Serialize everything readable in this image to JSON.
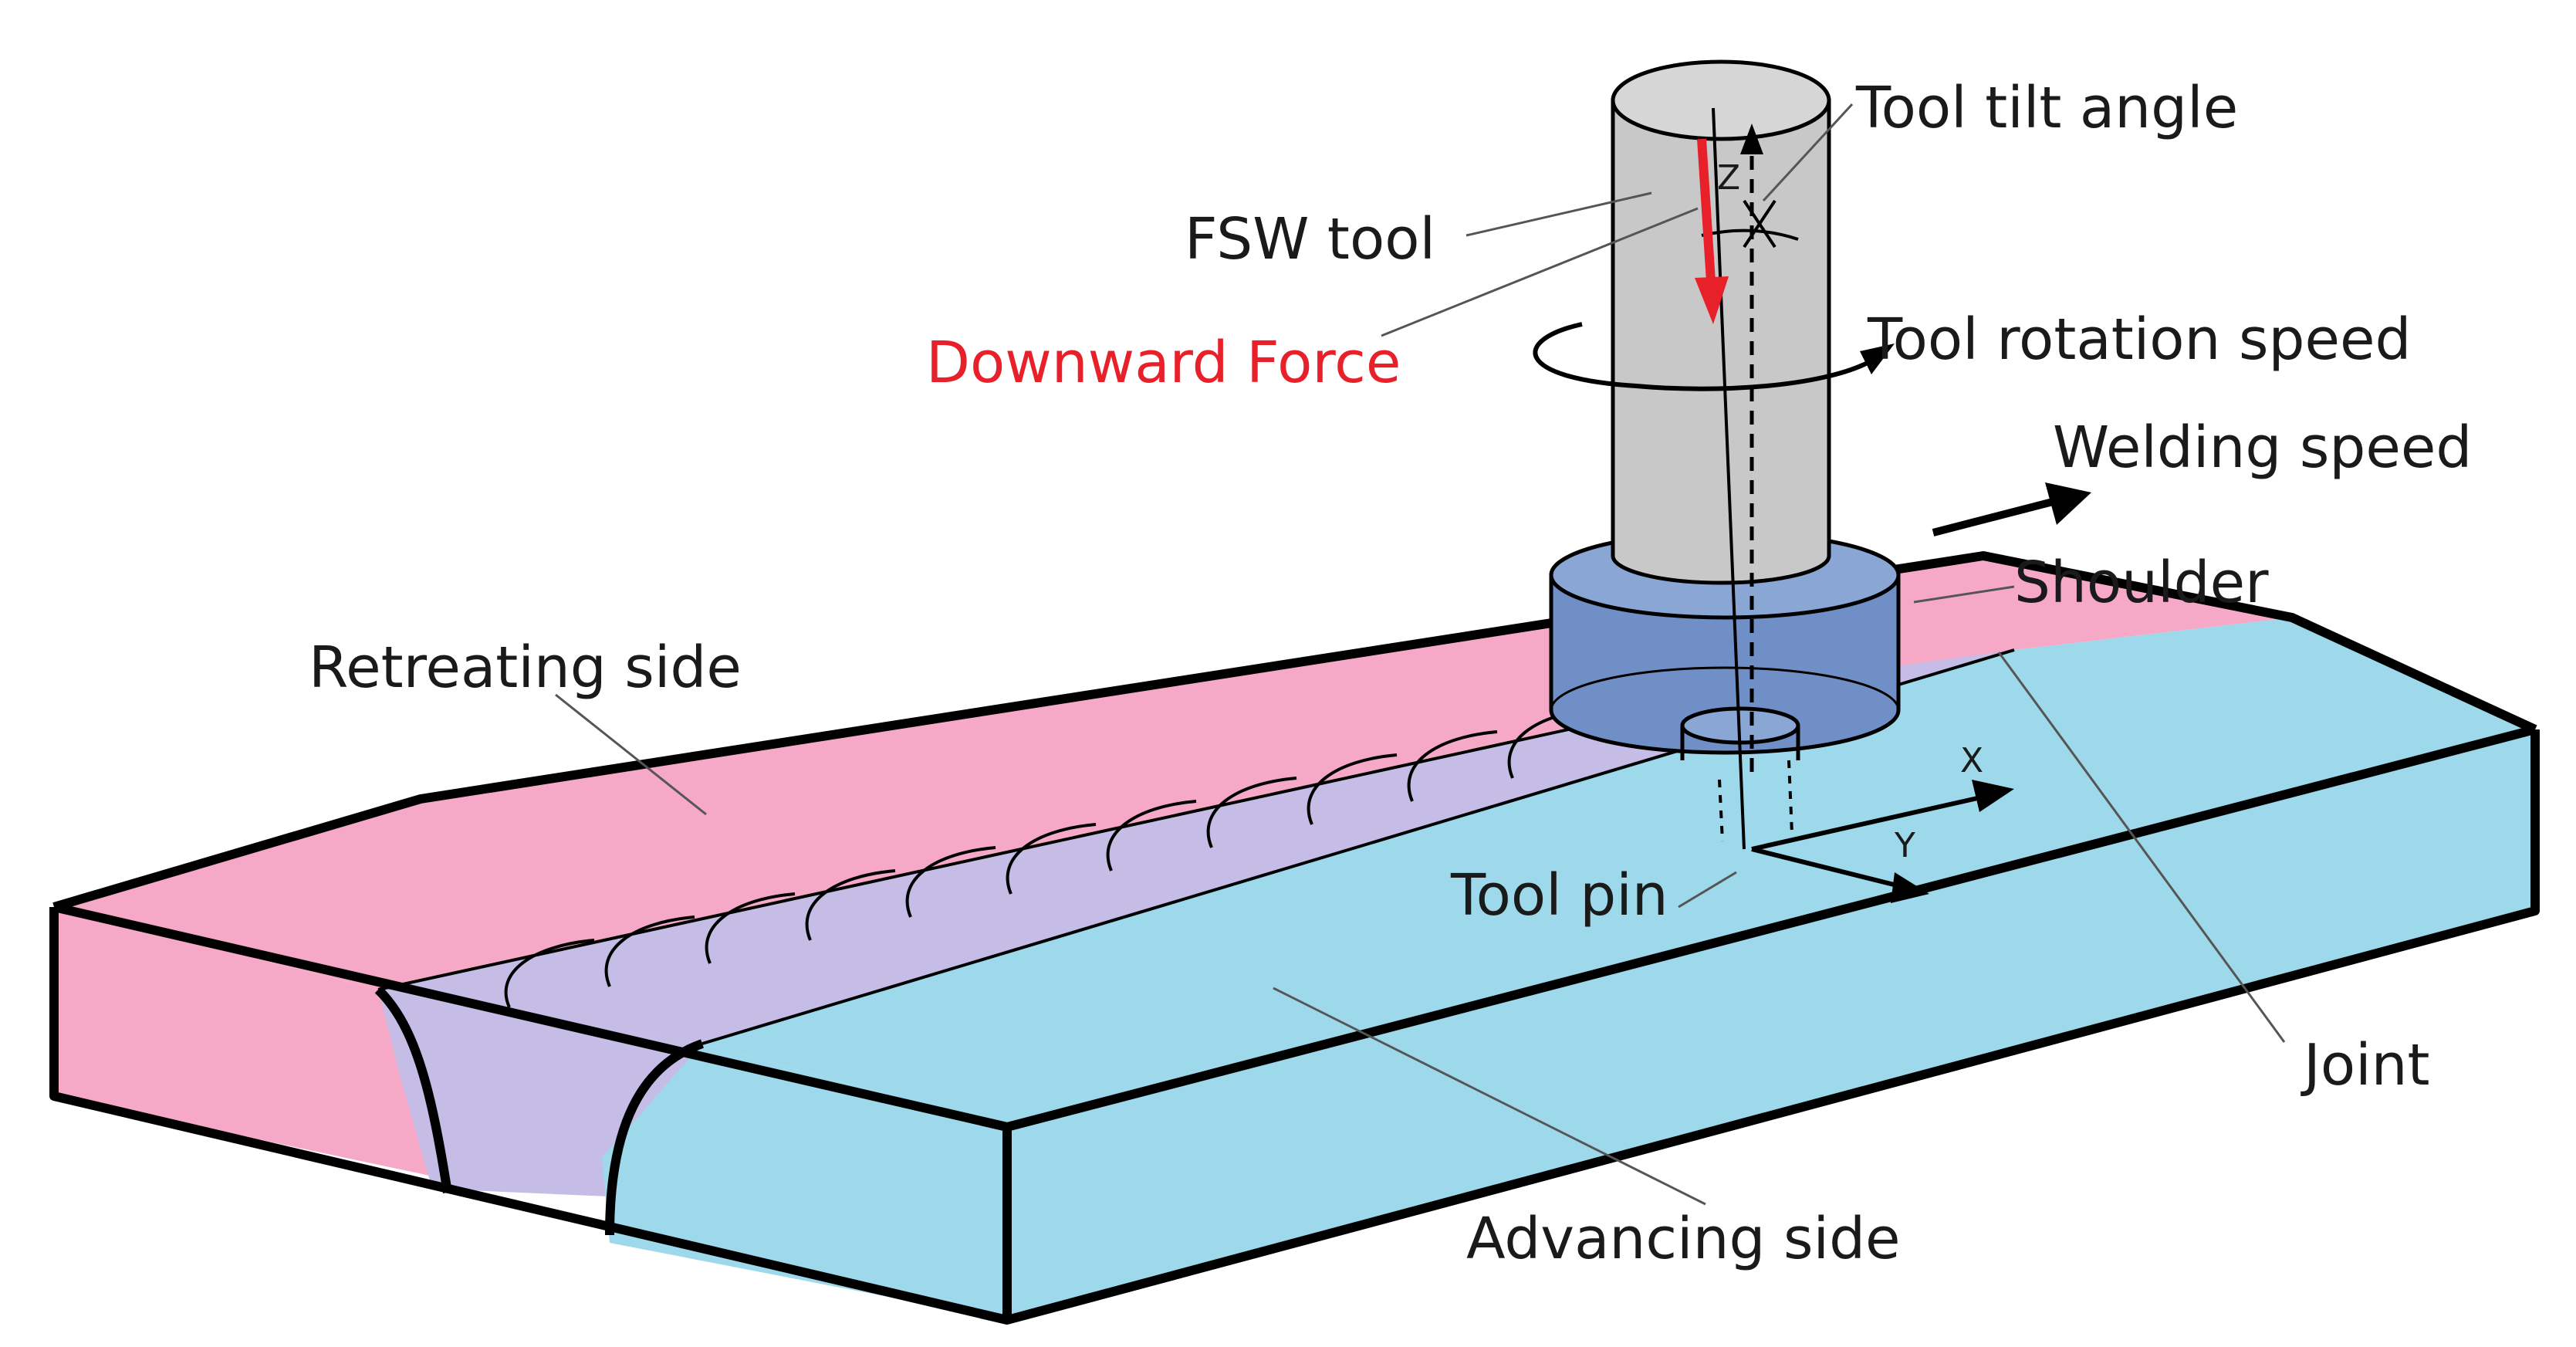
{
  "labels": {
    "tool_tilt_angle": "Tool tilt angle",
    "fsw_tool": "FSW tool",
    "tool_rotation_speed": "Tool rotation speed",
    "downward_force": "Downward Force",
    "welding_speed": "Welding speed",
    "shoulder": "Shoulder",
    "retreating_side": "Retreating side",
    "tool_pin": "Tool pin",
    "joint": "Joint",
    "advancing_side": "Advancing side",
    "axis_x": "X",
    "axis_y": "Y",
    "axis_z": "Z"
  },
  "colors": {
    "retreating_plate": "#f5a9c6",
    "advancing_plate": "#9dd9ea",
    "weld_zone": "#c6bde6",
    "tool_body": "#c8c8c8",
    "shoulder": "#6f8fc6",
    "downward_force_arrow": "#e8202a"
  }
}
